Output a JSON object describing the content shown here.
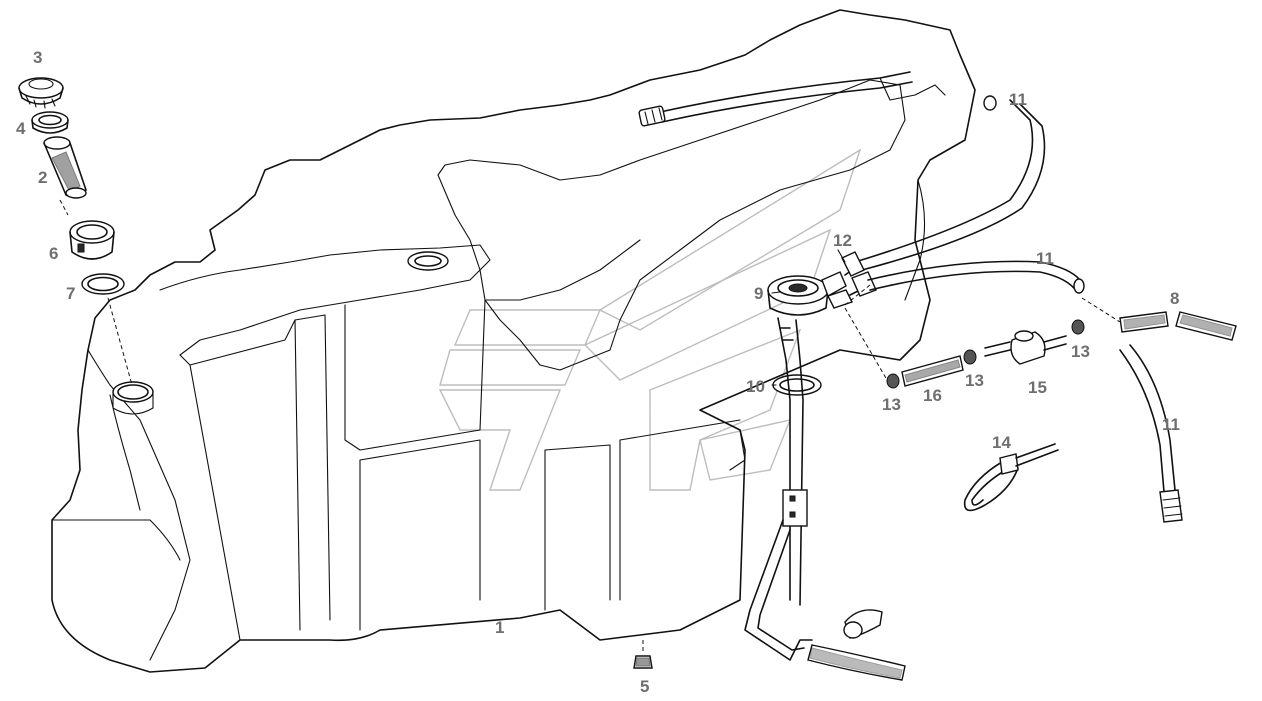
{
  "callouts": [
    {
      "id": "c3",
      "text": "3"
    },
    {
      "id": "c4",
      "text": "4"
    },
    {
      "id": "c2",
      "text": "2"
    },
    {
      "id": "c6",
      "text": "6"
    },
    {
      "id": "c7",
      "text": "7"
    },
    {
      "id": "c1",
      "text": "1"
    },
    {
      "id": "c5",
      "text": "5"
    },
    {
      "id": "c9",
      "text": "9"
    },
    {
      "id": "c10",
      "text": "10"
    },
    {
      "id": "c12",
      "text": "12"
    },
    {
      "id": "c11a",
      "text": "11"
    },
    {
      "id": "c11b",
      "text": "11"
    },
    {
      "id": "c11c",
      "text": "11"
    },
    {
      "id": "c8",
      "text": "8"
    },
    {
      "id": "c13a",
      "text": "13"
    },
    {
      "id": "c13b",
      "text": "13"
    },
    {
      "id": "c13c",
      "text": "13"
    },
    {
      "id": "c16",
      "text": "16"
    },
    {
      "id": "c15",
      "text": "15"
    },
    {
      "id": "c14",
      "text": "14"
    }
  ]
}
